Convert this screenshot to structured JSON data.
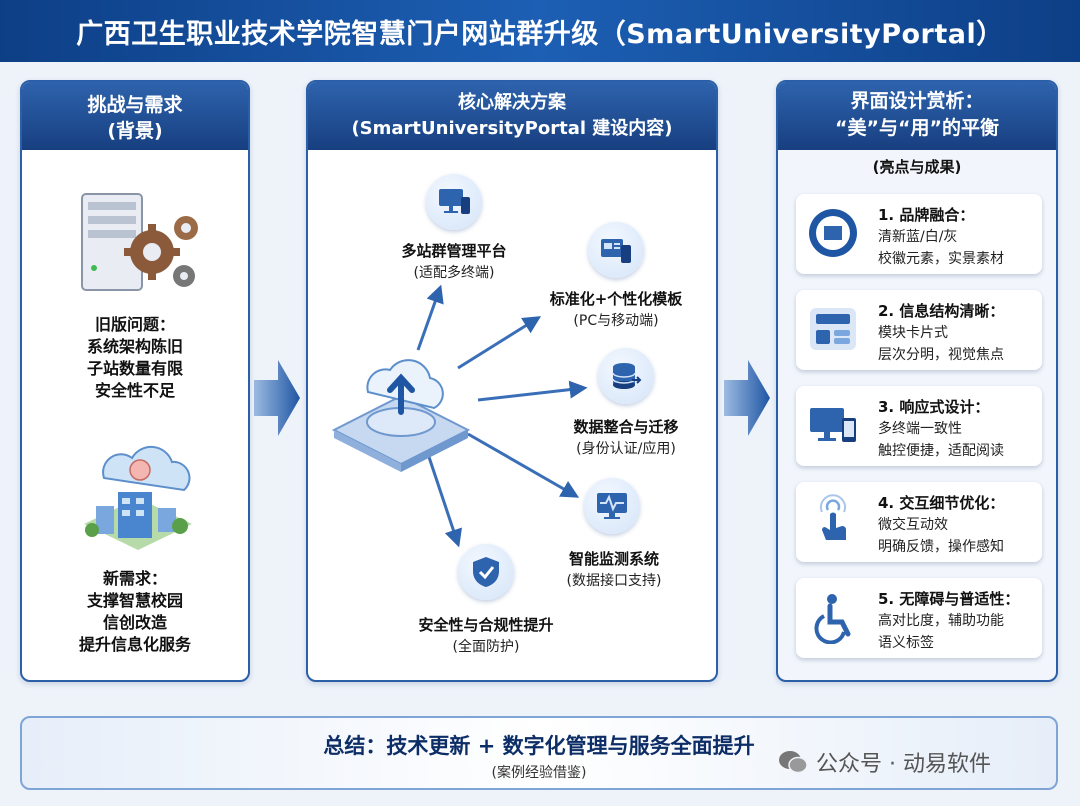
{
  "header": {
    "title": "广西卫生职业技术学院智慧门户网站群升级（SmartUniversityPortal）"
  },
  "left": {
    "title_line1": "挑战与需求",
    "title_line2": "(背景)",
    "old_issue": [
      "旧版问题：",
      "系统架构陈旧",
      "子站数量有限",
      "安全性不足"
    ],
    "new_need": [
      "新需求：",
      "支撑智慧校园",
      "信创改造",
      "提升信息化服务"
    ]
  },
  "mid": {
    "title_line1": "核心解决方案",
    "title_line2": "(SmartUniversityPortal 建设内容)",
    "nodes": [
      {
        "title": "多站群管理平台",
        "sub": "(适配多终端)",
        "icon": "devices-icon"
      },
      {
        "title": "标准化+个性化模板",
        "sub": "(PC与移动端)",
        "icon": "template-icon"
      },
      {
        "title": "数据整合与迁移",
        "sub": "(身份认证/应用)",
        "icon": "database-icon"
      },
      {
        "title": "智能监测系统",
        "sub": "(数据接口支持)",
        "icon": "monitor-icon"
      },
      {
        "title": "安全性与合规性提升",
        "sub": "(全面防护)",
        "icon": "shield-icon"
      }
    ]
  },
  "right": {
    "title_line1": "界面设计赏析：",
    "title_line2": "“美”与“用”的平衡",
    "subtitle": "(亮点与成果)",
    "cards": [
      {
        "title": "1. 品牌融合：",
        "line1": "清新蓝/白/灰",
        "line2": "校徽元素，实景素材",
        "icon": "school-emblem-icon"
      },
      {
        "title": "2. 信息结构清晰：",
        "line1": "模块卡片式",
        "line2": "层次分明，视觉焦点",
        "icon": "card-layout-icon"
      },
      {
        "title": "3. 响应式设计：",
        "line1": "多终端一致性",
        "line2": "触控便捷，适配阅读",
        "icon": "responsive-icon"
      },
      {
        "title": "4. 交互细节优化：",
        "line1": "微交互动效",
        "line2": "明确反馈，操作感知",
        "icon": "touch-icon"
      },
      {
        "title": "5. 无障碍与普适性：",
        "line1": "高对比度，辅助功能",
        "line2": "语义标签",
        "icon": "accessibility-icon"
      }
    ]
  },
  "footer": {
    "main": "总结：技术更新 + 数字化管理与服务全面提升",
    "sub": "(案例经验借鉴)"
  },
  "watermark": {
    "text": "公众号 · 动易软件"
  },
  "colors": {
    "primary": "#173f80",
    "accent": "#2e63ad",
    "light": "#d4e4f8"
  }
}
